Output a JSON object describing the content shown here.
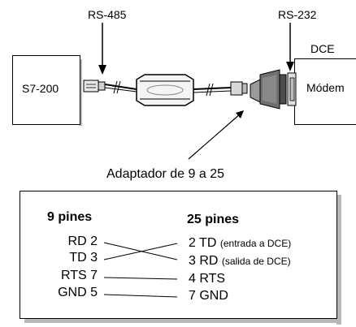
{
  "labels": {
    "rs485": "RS-485",
    "rs232": "RS-232",
    "dce": "DCE",
    "s7_200": "S7-200",
    "modem": "Módem",
    "adapter": "Adaptador de 9 a 25"
  },
  "pinout": {
    "left_header": "9 pines",
    "right_header": "25 pines",
    "left_pins": [
      "RD 2",
      "TD 3",
      "RTS 7",
      "GND 5"
    ],
    "right_pins": [
      {
        "name": "2 TD",
        "note": "(entrada a DCE)"
      },
      {
        "name": "3 RD",
        "note": "(salida de DCE)"
      },
      {
        "name": "4 RTS",
        "note": ""
      },
      {
        "name": "7 GND",
        "note": ""
      }
    ]
  }
}
